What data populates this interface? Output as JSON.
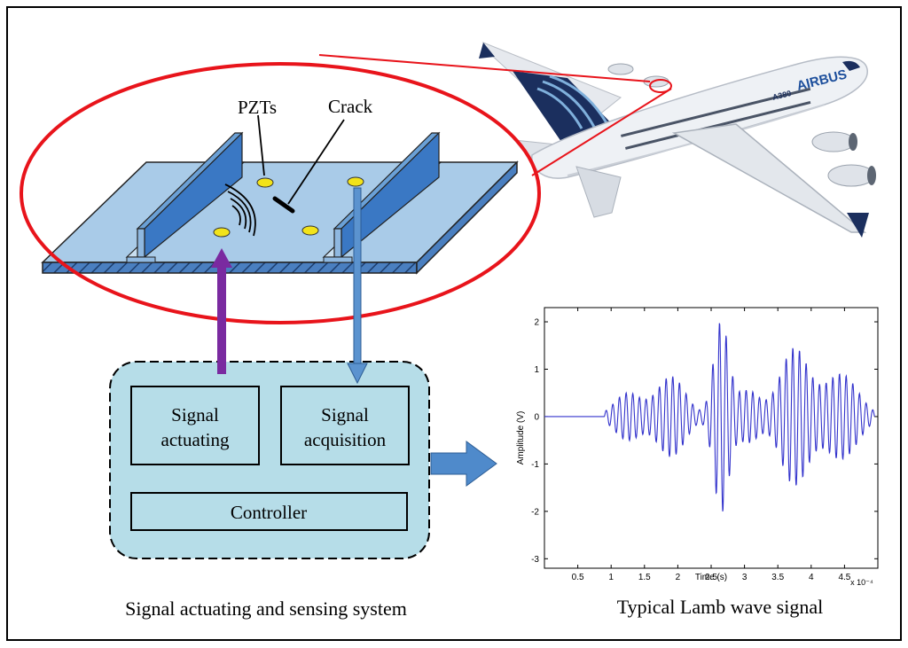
{
  "colors": {
    "frame": "#000000",
    "ellipse": "#e8141b",
    "plate_top": "#a9cbe8",
    "plate_side": "#4a7fc0",
    "stiffener": "#3a78c4",
    "pzt": "#f2e31a",
    "actuation_arrow": "#7a2aa0",
    "sensing_arrow": "#5b93cf",
    "system_box": "#b6dde8",
    "output_arrow": "#4f8acb",
    "signal_line": "#3333cc",
    "airbus_fuselage": "#eef1f5",
    "airbus_tail": "#1b2f5e"
  },
  "labels": {
    "pzts": "PZTs",
    "crack": "Crack",
    "signal_actuating": [
      "Signal",
      "actuating"
    ],
    "signal_acquisition": [
      "Signal",
      "acquisition"
    ],
    "controller": "Controller",
    "system_caption": "Signal actuating and sensing system",
    "signal_caption": "Typical Lamb wave signal",
    "airbus_brand": "AIRBUS",
    "airbus_model": "A380"
  },
  "icons": {
    "aircraft": "airbus-a380-icon",
    "waves": "wave-emission-icon"
  },
  "chart_data": {
    "type": "line",
    "xlabel": "Time (s)",
    "ylabel": "Amplitude (V)",
    "x_multiplier_label": "x 10⁻⁴",
    "xlim": [
      0,
      5
    ],
    "ylim": [
      -3.2,
      2.3
    ],
    "xticks": [
      0.5,
      1,
      1.5,
      2,
      2.5,
      3,
      3.5,
      4,
      4.5
    ],
    "xtick_labels": [
      "0.5",
      "1",
      "1.5",
      "2",
      "2.5",
      "3",
      "3.5",
      "4",
      "4.5"
    ],
    "yticks": [
      2,
      1,
      0,
      -1,
      -2,
      -3
    ],
    "ytick_labels": [
      "2",
      "1",
      "0",
      "-1",
      "-2",
      "-3"
    ],
    "grid": false,
    "series": [
      {
        "x_start": 0,
        "x_end": 4.95,
        "samples": 900,
        "envelopes": [
          {
            "center": 1.25,
            "width": 0.28,
            "amplitude": 0.5,
            "frequency": 10
          },
          {
            "center": 1.9,
            "width": 0.3,
            "amplitude": 0.85,
            "frequency": 10
          },
          {
            "center": 2.65,
            "width": 0.16,
            "amplitude": 2.0,
            "frequency": 10
          },
          {
            "center": 3.05,
            "width": 0.25,
            "amplitude": 0.55,
            "frequency": 10
          },
          {
            "center": 3.75,
            "width": 0.3,
            "amplitude": 1.45,
            "frequency": 10
          },
          {
            "center": 4.45,
            "width": 0.35,
            "amplitude": 0.9,
            "frequency": 10
          }
        ],
        "onset": 0.9
      }
    ]
  }
}
